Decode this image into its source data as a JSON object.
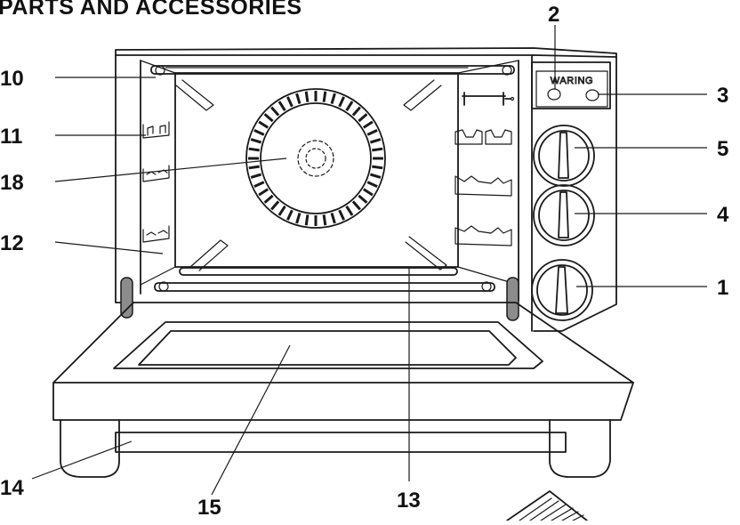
{
  "title": "PARTS AND ACCESSORIES",
  "brand_logo": "WARING",
  "callouts": {
    "c1": "1",
    "c2": "2",
    "c3": "3",
    "c4": "4",
    "c5": "5",
    "c10": "10",
    "c11": "11",
    "c12": "12",
    "c13": "13",
    "c14": "14",
    "c15": "15",
    "c18": "18"
  },
  "colors": {
    "line": "#1a1a1a",
    "door_handle_grey": "#8c8c8c",
    "background": "#ffffff"
  }
}
